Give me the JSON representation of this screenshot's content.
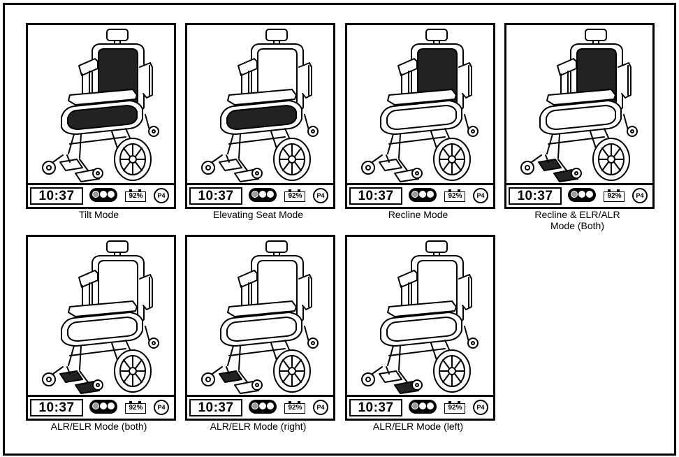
{
  "colors": {
    "border": "#000000",
    "background": "#ffffff",
    "highlight": "#222222",
    "active_indicator": "#9a9a9a"
  },
  "status_bar": {
    "time": "10:37",
    "battery": "92%",
    "profile": "P4",
    "indicator_icon": "three-dot-mode-indicator"
  },
  "panels": [
    {
      "caption": "Tilt Mode",
      "highlight": [
        "back",
        "seat"
      ]
    },
    {
      "caption": "Elevating Seat Mode",
      "highlight": [
        "seat"
      ]
    },
    {
      "caption": "Recline Mode",
      "highlight": [
        "back"
      ]
    },
    {
      "caption": "Recline & ELR/ALR\nMode (Both)",
      "highlight": [
        "back",
        "foot_left",
        "foot_right"
      ]
    },
    {
      "caption": "ALR/ELR Mode (both)",
      "highlight": [
        "foot_left",
        "foot_right"
      ]
    },
    {
      "caption": "ALR/ELR Mode (right)",
      "highlight": [
        "foot_left"
      ]
    },
    {
      "caption": "ALR/ELR Mode (left)",
      "highlight": [
        "foot_right"
      ]
    }
  ]
}
